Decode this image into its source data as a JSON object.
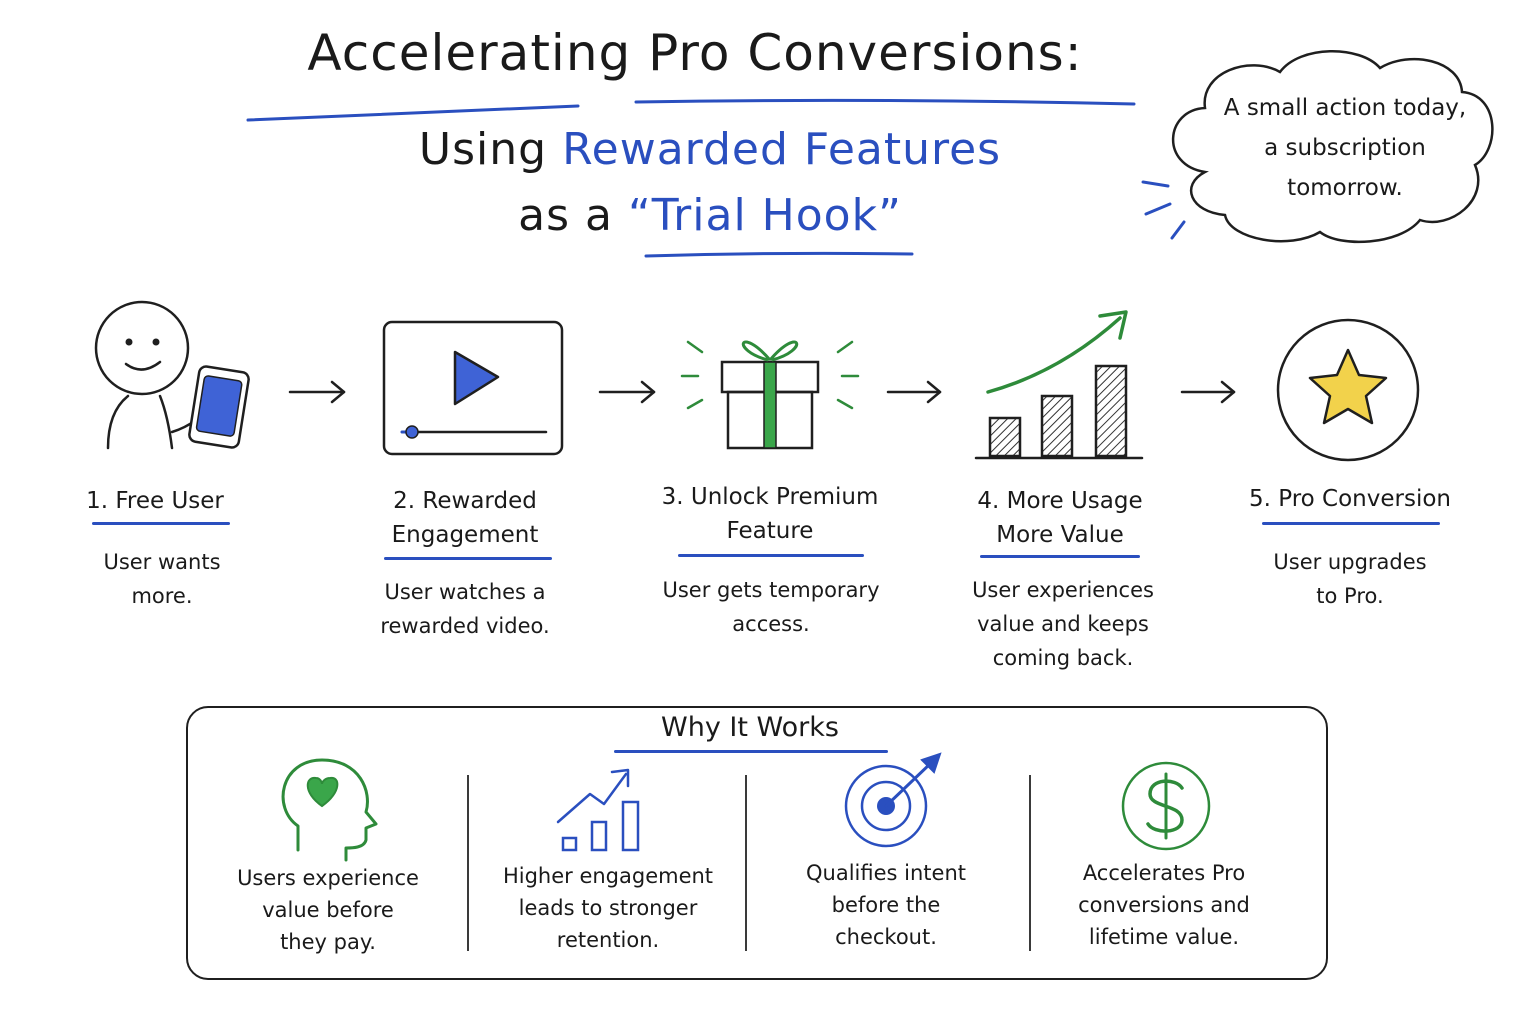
{
  "title": {
    "line1": "Accelerating Pro Conversions:",
    "line2_prefix": "Using",
    "line2_highlight": "Rewarded Features",
    "line3_prefix": "as a",
    "line3_highlight": "“Trial Hook”"
  },
  "thought_bubble": {
    "line1": "A small action today,",
    "line2": "a subscription",
    "line3": "tomorrow."
  },
  "steps": [
    {
      "title_line1": "1. Free User",
      "title_line2": "",
      "desc_line1": "User wants",
      "desc_line2": "more.",
      "desc_line3": "",
      "icon": "user-with-phone-icon"
    },
    {
      "title_line1": "2. Rewarded",
      "title_line2": "Engagement",
      "desc_line1": "User watches a",
      "desc_line2": "rewarded video.",
      "desc_line3": "",
      "icon": "video-player-icon"
    },
    {
      "title_line1": "3. Unlock Premium",
      "title_line2": "Feature",
      "desc_line1": "User gets temporary",
      "desc_line2": "access.",
      "desc_line3": "",
      "icon": "gift-box-icon"
    },
    {
      "title_line1": "4. More Usage",
      "title_line2": "More Value",
      "desc_line1": "User experiences",
      "desc_line2": "value and keeps",
      "desc_line3": "coming back.",
      "icon": "growth-bar-chart-icon"
    },
    {
      "title_line1": "5. Pro Conversion",
      "title_line2": "",
      "desc_line1": "User upgrades",
      "desc_line2": "to Pro.",
      "desc_line3": "",
      "icon": "star-badge-icon"
    }
  ],
  "why": {
    "title": "Why It Works",
    "items": [
      {
        "line1": "Users experience",
        "line2": "value before",
        "line3": "they pay.",
        "icon": "head-heart-icon"
      },
      {
        "line1": "Higher engagement",
        "line2": "leads to stronger",
        "line3": "retention.",
        "icon": "trend-bars-icon"
      },
      {
        "line1": "Qualifies intent",
        "line2": "before the",
        "line3": "checkout.",
        "icon": "target-arrow-icon"
      },
      {
        "line1": "Accelerates Pro",
        "line2": "conversions and",
        "line3": "lifetime value.",
        "icon": "dollar-coin-icon"
      }
    ]
  },
  "colors": {
    "accent_blue": "#2a4fbf",
    "accent_green": "#2e8b3a",
    "star_yellow": "#f2d24b",
    "ink": "#1a1a1a"
  }
}
